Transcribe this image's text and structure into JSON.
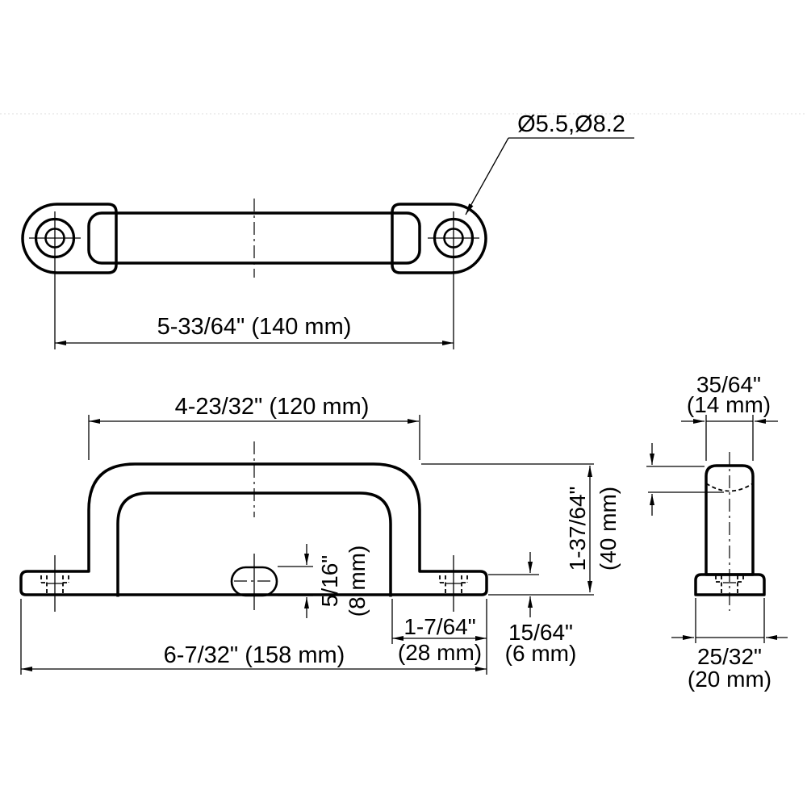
{
  "drawing": {
    "callout_hole_dia": "Ø5.5,Ø8.2",
    "top_view": {
      "hole_spacing": "5-33/64\" (140 mm)"
    },
    "front_view": {
      "grip_inner_width": "4-23/32\" (120 mm)",
      "overall_width": "6-7/32\" (158 mm)",
      "foot_length_in": "1-7/64\"",
      "foot_length_mm": "(28 mm)",
      "base_thickness_in": "15/64\"",
      "base_thickness_mm": "(6 mm)",
      "overall_height_in": "1-37/64\"",
      "overall_height_mm": "(40 mm)",
      "slot_height_in": "5/16\"",
      "slot_height_mm": "(8 mm)"
    },
    "side_view": {
      "grip_depth_in": "35/64\"",
      "grip_depth_mm": "(14 mm)",
      "base_depth_in": "25/32\"",
      "base_depth_mm": "(20 mm)"
    },
    "colors": {
      "part_fill": "#e9f2fb",
      "line": "#000000"
    }
  }
}
